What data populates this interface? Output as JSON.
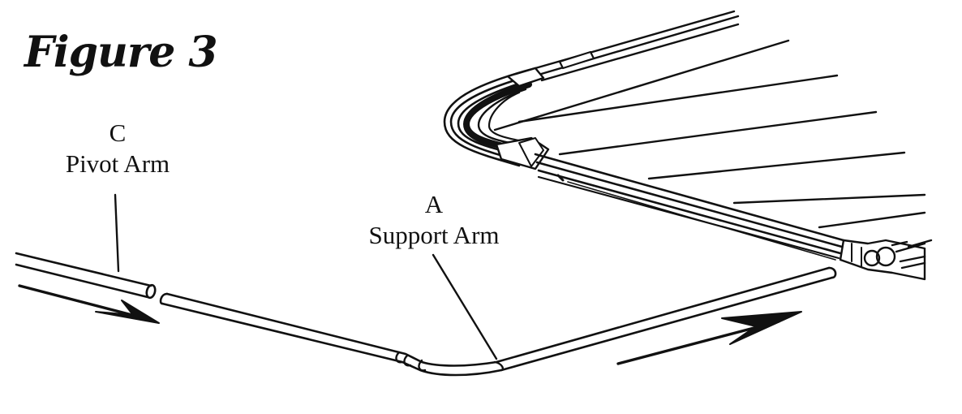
{
  "title": "Figure 3",
  "labels": {
    "pivot": {
      "letter": "C",
      "name": "Pivot Arm"
    },
    "support": {
      "letter": "A",
      "name": "Support Arm"
    }
  },
  "colors": {
    "ink": "#111111",
    "paper": "#ffffff"
  }
}
